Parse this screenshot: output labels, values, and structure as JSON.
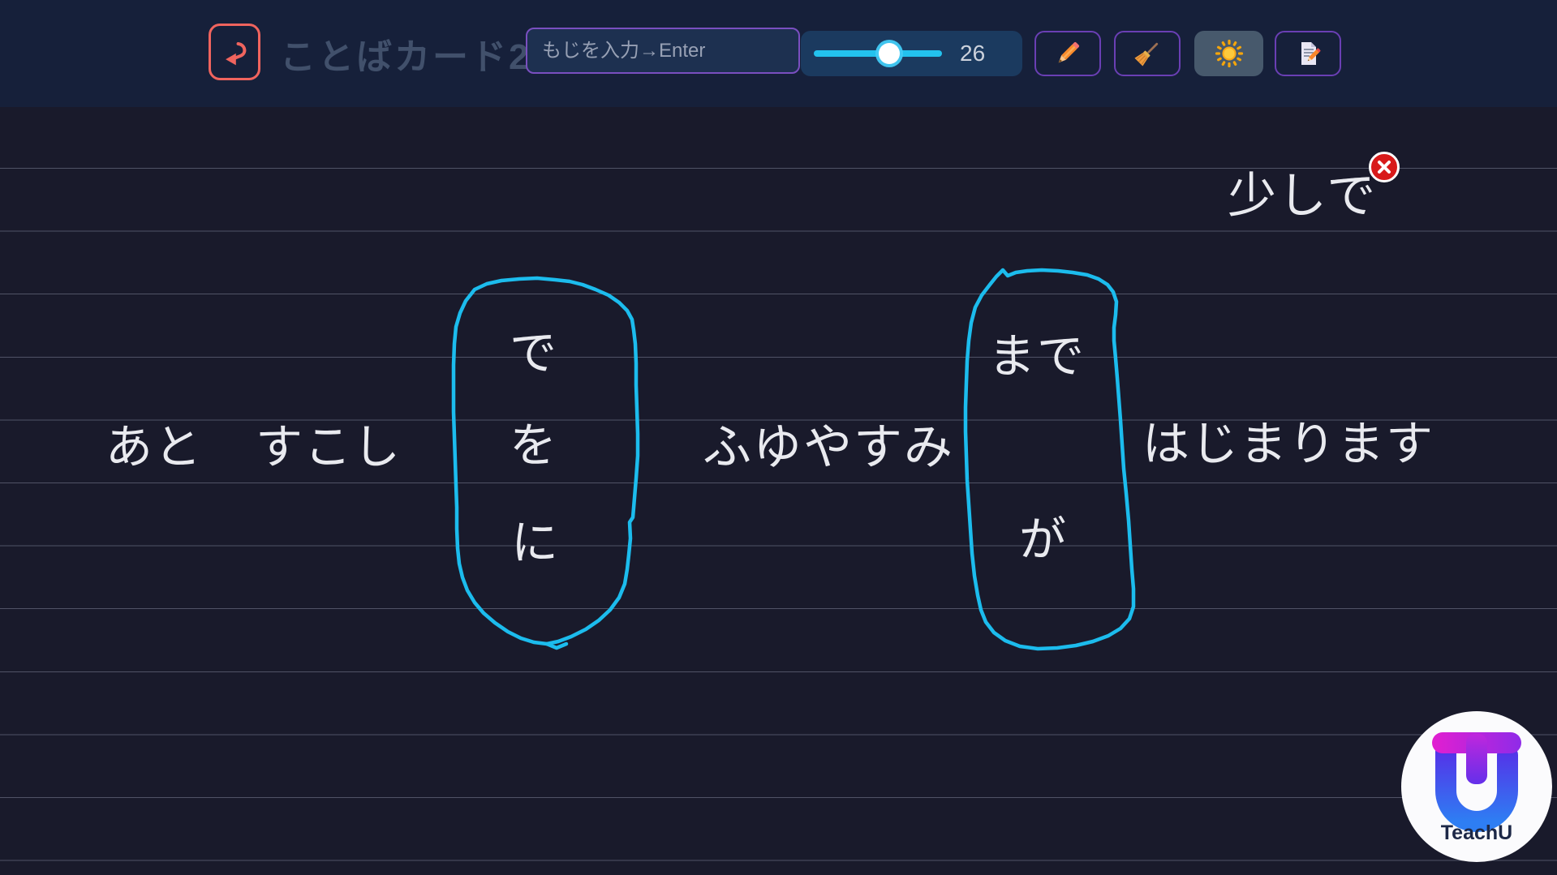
{
  "app": {
    "title": "ことばカード2",
    "brand": "TeachU"
  },
  "header": {
    "back_icon": "return-arrow",
    "input": {
      "placeholder": "もじを入力→Enter",
      "value": ""
    },
    "slider": {
      "value": "26"
    },
    "tools": [
      {
        "id": "pencil",
        "icon": "pencil-icon"
      },
      {
        "id": "broom",
        "icon": "broom-icon"
      },
      {
        "id": "sun",
        "icon": "sun-icon",
        "active": true
      },
      {
        "id": "memo",
        "icon": "memo-icon"
      }
    ]
  },
  "board": {
    "cards": [
      {
        "label": "少しで",
        "closable": true
      },
      {
        "label": "あと"
      },
      {
        "label": "すこし"
      },
      {
        "label": "で"
      },
      {
        "label": "を"
      },
      {
        "label": "に"
      },
      {
        "label": "ふゆやすみ"
      },
      {
        "label": "まで"
      },
      {
        "label": "が"
      },
      {
        "label": "はじまります"
      }
    ],
    "ink_color": "#1cbced"
  },
  "logo": {
    "text": "TeachU"
  },
  "colors": {
    "header_bg": "#16203a",
    "board_bg": "#191a2b",
    "accent_purple": "#6a3fb4",
    "accent_salmon": "#f0645e",
    "accent_cyan": "#23c2ee",
    "close_red": "#d81a1a"
  }
}
